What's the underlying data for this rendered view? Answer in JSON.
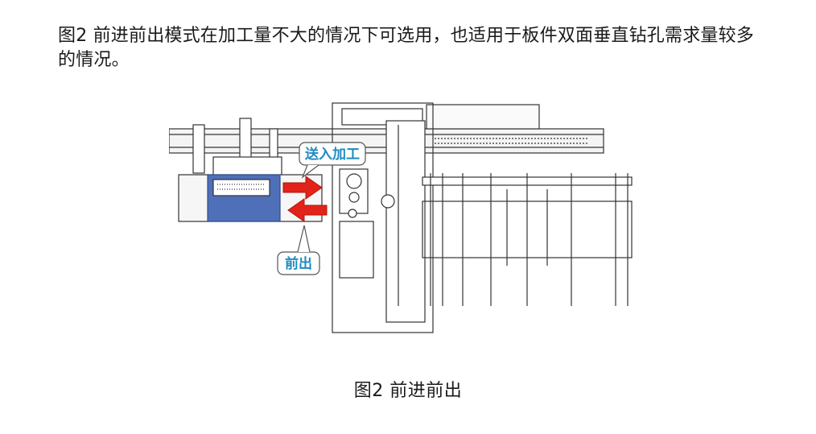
{
  "description": "图2 前进前出模式在加工量不大的情况下可选用，也适用于板件双面垂直钻孔需求量较多的情况。",
  "figure": {
    "callout_feed_in": "送入加工",
    "callout_feed_out": "前出",
    "colors": {
      "blue_area": "#4f6fb8",
      "arrow_red": "#e2231a",
      "callout_text": "#1e8bc3",
      "line": "#333333"
    }
  },
  "caption": "图2  前进前出"
}
